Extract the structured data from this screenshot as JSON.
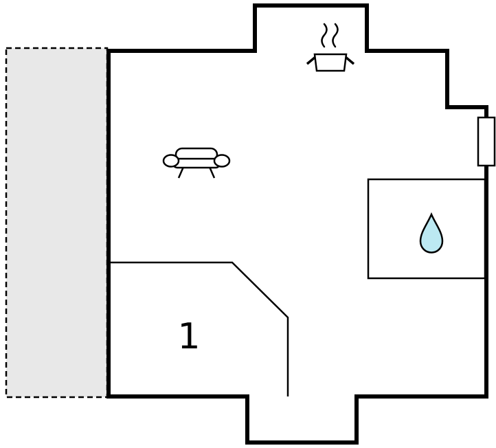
{
  "title": "floor-plan",
  "colors": {
    "wall": "#000000",
    "background": "#ffffff",
    "terrace_fill": "#e8e8e8",
    "water_drop_fill": "#bce9f2",
    "interior_line": "#000000"
  },
  "rooms": {
    "room1": {
      "label": "1"
    }
  },
  "areas": {
    "terrace": {
      "name": "terrace-area"
    },
    "bathroom": {
      "name": "bathroom-area"
    },
    "main": {
      "name": "main-room-area"
    }
  },
  "icons": [
    {
      "name": "stove-icon",
      "meaning": "cooking / kitchen area"
    },
    {
      "name": "sofa-icon",
      "meaning": "living area"
    },
    {
      "name": "water-drop-icon",
      "meaning": "bathroom / water"
    },
    {
      "name": "window-marker",
      "meaning": "window on right wall"
    }
  ]
}
